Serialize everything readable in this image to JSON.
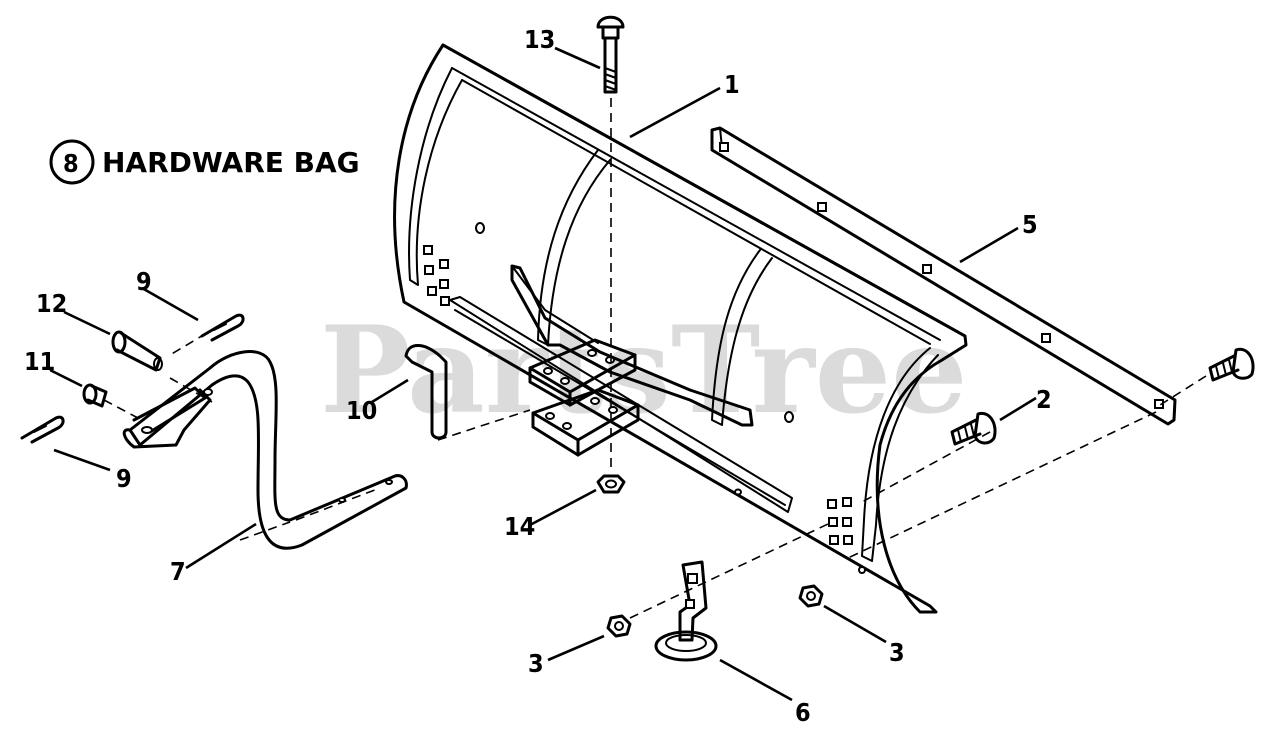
{
  "hardware_bag": {
    "number": "8",
    "label": "HARDWARE BAG"
  },
  "watermark": "PartsTree",
  "callouts": {
    "c1": "1",
    "c2": "2",
    "c3a": "3",
    "c3b": "3",
    "c5": "5",
    "c6": "6",
    "c7": "7",
    "c9a": "9",
    "c9b": "9",
    "c10": "10",
    "c11": "11",
    "c12": "12",
    "c13": "13",
    "c14": "14"
  }
}
